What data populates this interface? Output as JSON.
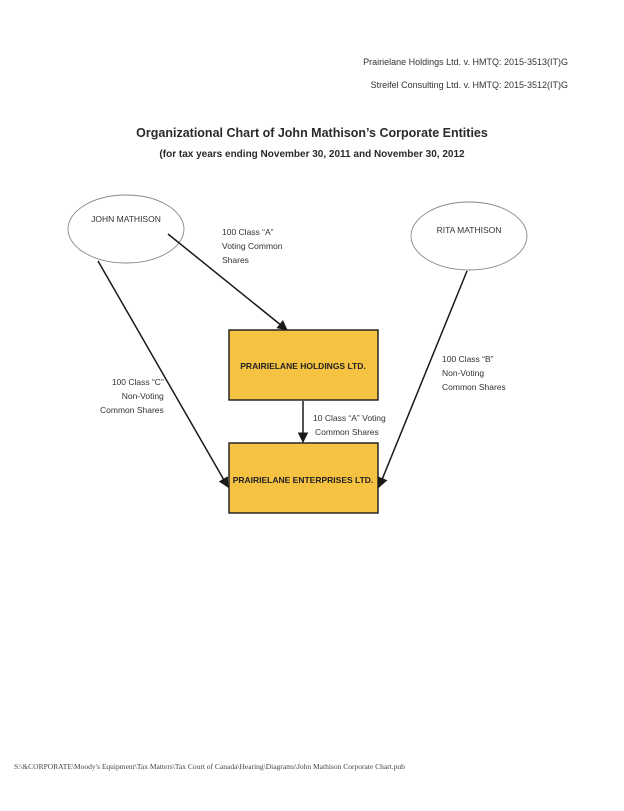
{
  "header": {
    "line1": "Prairielane Holdings Ltd. v. HMTQ: 2015-3513(IT)G",
    "line2": "Streifel Consulting Ltd. v. HMTQ: 2015-3512(IT)G"
  },
  "title": "Organizational Chart of John Mathison’s Corporate Entities",
  "subtitle": "(for tax years ending November 30, 2011 and November 30, 2012",
  "nodes": {
    "john": "JOHN MATHISON",
    "rita": "RITA MATHISON",
    "holdings": "PRAIRIELANE HOLDINGS LTD.",
    "enterprises": "PRAIRIELANE ENTERPRISES LTD."
  },
  "edges": {
    "john_holdings": [
      "100 Class “A”",
      "Voting Common",
      "Shares"
    ],
    "john_enterprises": [
      "100 Class “C”",
      "Non-Voting",
      "Common Shares"
    ],
    "rita_enterprises": [
      "100 Class “B”",
      "Non-Voting",
      "Common Shares"
    ],
    "holdings_enterprises": [
      "10 Class “A” Voting",
      "Common Shares"
    ]
  },
  "colors": {
    "box_fill": "#f5c242",
    "box_border": "#1a1a1a",
    "ellipse_border": "#888888",
    "arrow": "#1a1a1a"
  },
  "footer": "S:\\&CORPORATE\\Moody's Equipment\\Tax Matters\\Tax Court of Canada\\Hearing\\Diagrams\\John Mathison Corporate Chart.pub"
}
